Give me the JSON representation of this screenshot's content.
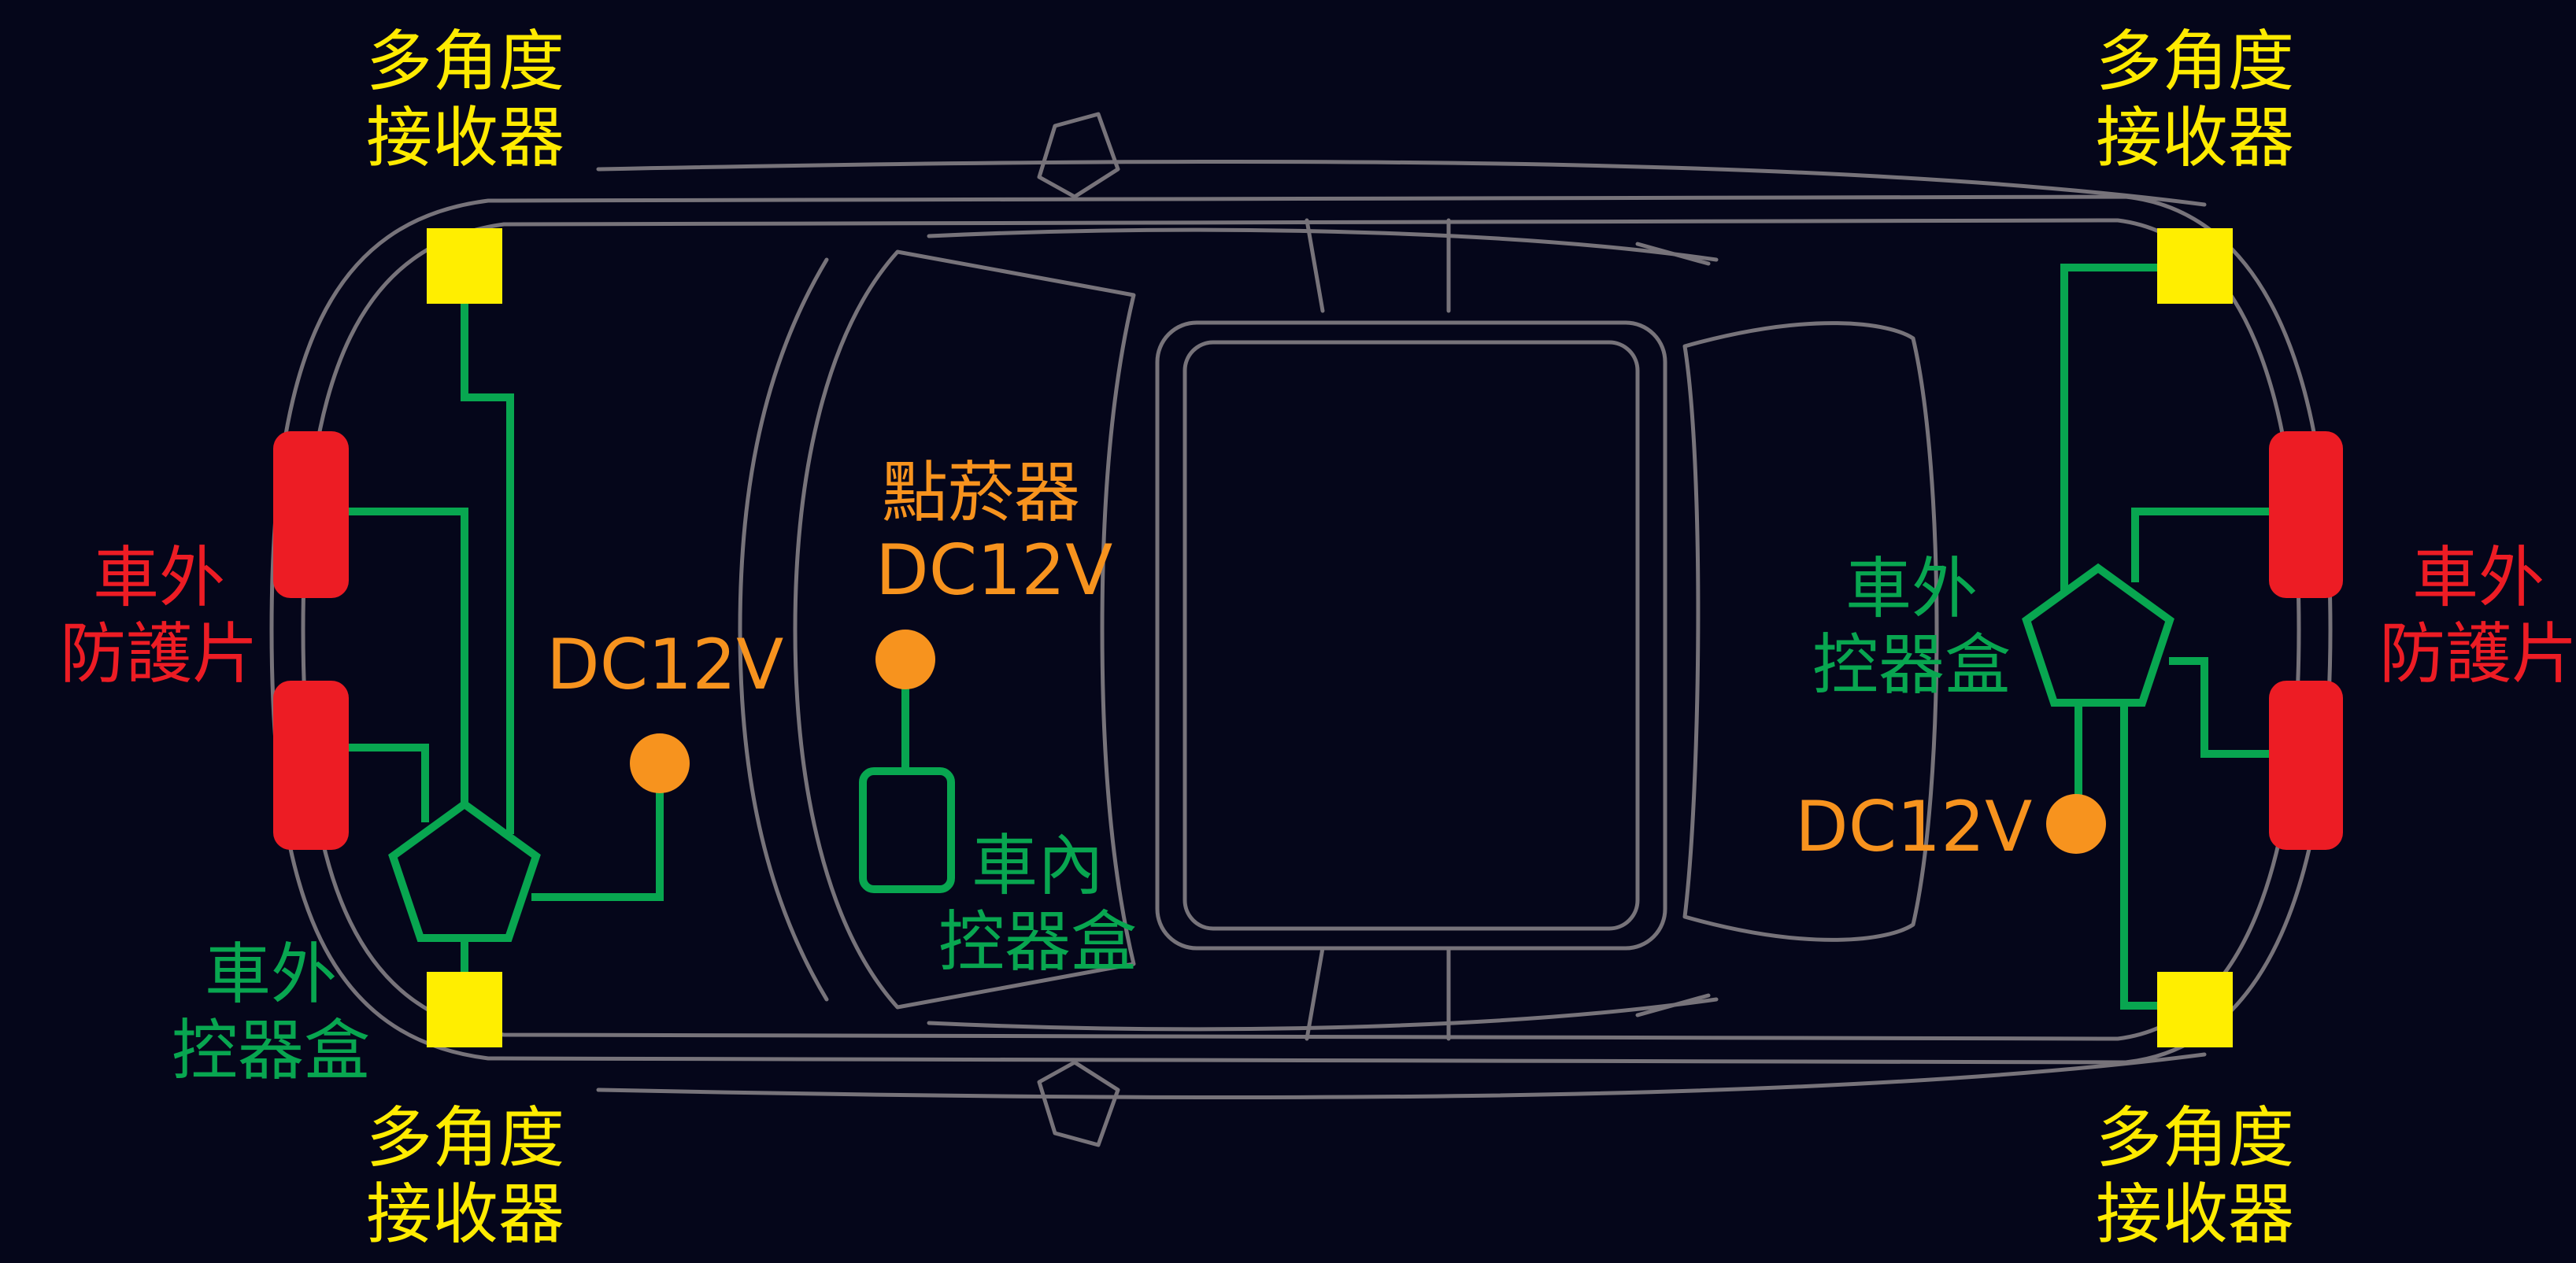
{
  "colors": {
    "background": "#05061a",
    "car_outline": "#77737a",
    "receiver": "#ffee00",
    "guard": "#ed1c24",
    "wiring": "#08a650",
    "power": "#f7931e"
  },
  "labels": {
    "receiver": [
      "多角度",
      "接收器"
    ],
    "guard": [
      "車外",
      "防護片"
    ],
    "outer_controller": [
      "車外",
      "控器盒"
    ],
    "inner_controller": [
      "車內",
      "控器盒"
    ],
    "lighter": "點菸器",
    "dc": "DC12V"
  },
  "icons": {
    "receiver": "yellow-square",
    "guard": "red-rounded-pad",
    "outer_controller": "green-pentagon",
    "inner_controller": "green-rounded-box",
    "power": "orange-circle"
  }
}
